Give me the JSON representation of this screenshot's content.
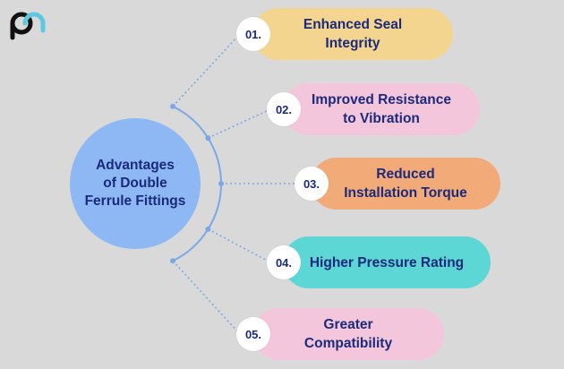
{
  "hub": {
    "title": "Advantages\nof Double\nFerrule Fittings",
    "color": "#8db8f4"
  },
  "items": [
    {
      "number": "01.",
      "label": "Enhanced Seal\nIntegrity",
      "color": "#f3d58f"
    },
    {
      "number": "02.",
      "label": "Improved Resistance\nto Vibration",
      "color": "#f4c6dc"
    },
    {
      "number": "03.",
      "label": "Reduced\nInstallation Torque",
      "color": "#f2aa78"
    },
    {
      "number": "04.",
      "label": "Higher Pressure Rating",
      "color": "#5dd6d6"
    },
    {
      "number": "05.",
      "label": "Greater\nCompatibility",
      "color": "#f4c6dc"
    }
  ],
  "colors": {
    "text": "#1b2a7a",
    "connector": "#7aa8e6",
    "background": "#d9d9d9"
  },
  "logo": {
    "icon": "brand-logo-icon",
    "color_dark": "#111111",
    "color_accent": "#5ec8e0"
  }
}
